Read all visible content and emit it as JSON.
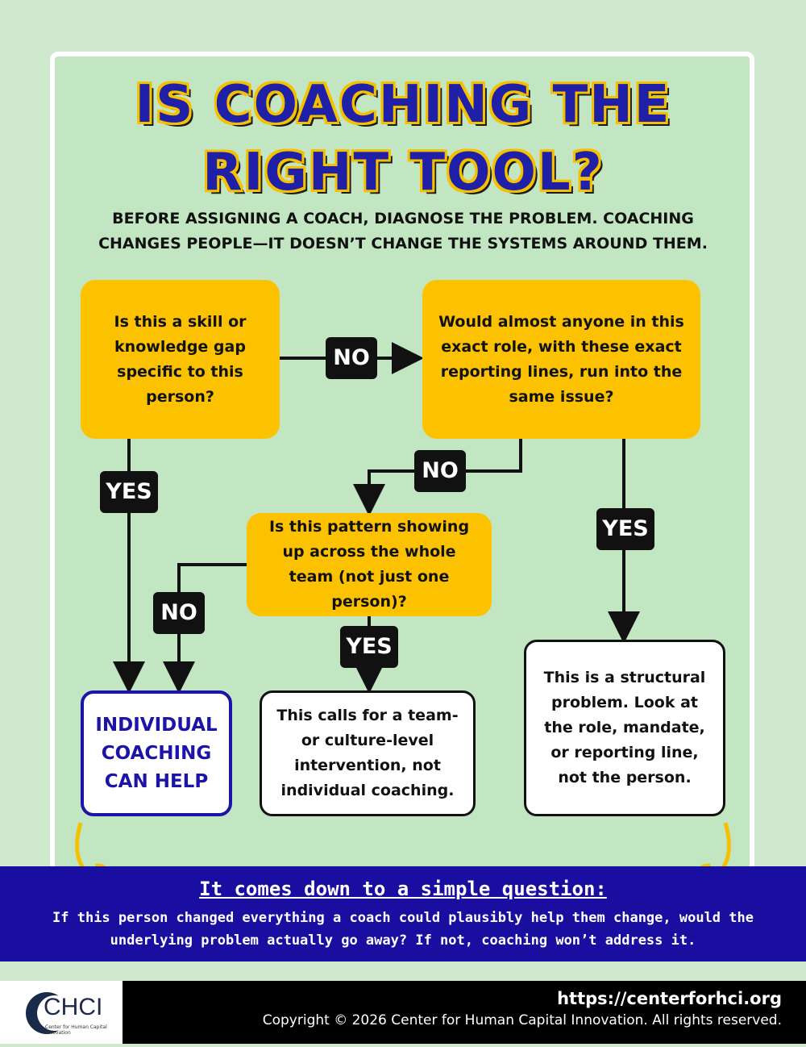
{
  "title_line1": "IS COACHING THE",
  "title_line2": "RIGHT TOOL?",
  "subtitle_line1": "BEFORE ASSIGNING A COACH, DIAGNOSE THE PROBLEM. COACHING",
  "subtitle_line2": "CHANGES PEOPLE—IT DOESN’T CHANGE THE SYSTEMS AROUND THEM.",
  "q1": "Is this a skill or knowledge gap specific to this person?",
  "q2": "Would almost anyone in this exact role, with these exact reporting lines, run into the same issue?",
  "q3": "Is this pattern showing up across the whole team (not just one person)?",
  "a_individual": "INDIVIDUAL COACHING CAN HELP",
  "a_team": "This calls for a team- or culture-level intervention, not individual coaching.",
  "a_structural": "This is a structural problem. Look at the role, mandate, or reporting line, not the person.",
  "labels": {
    "no1": "NO",
    "yes1": "YES",
    "no2": "NO",
    "yes2": "YES",
    "no3": "NO",
    "yes3": "YES"
  },
  "band_title": "It comes down to a simple question:",
  "band_text": "If this person changed everything a coach could plausibly help them change, would the underlying problem actually go away? If not, coaching won’t address it.",
  "logo_text": "CHCI",
  "logo_sub": "Center for Human Capital Innovation",
  "url": "https://centerforhci.org",
  "copyright": "Copyright © 2026 Center for Human Capital Innovation. All rights reserved.",
  "colors": {
    "navy": "#1a0ea0",
    "gold": "#fcc200",
    "green": "#c2e6c2"
  }
}
